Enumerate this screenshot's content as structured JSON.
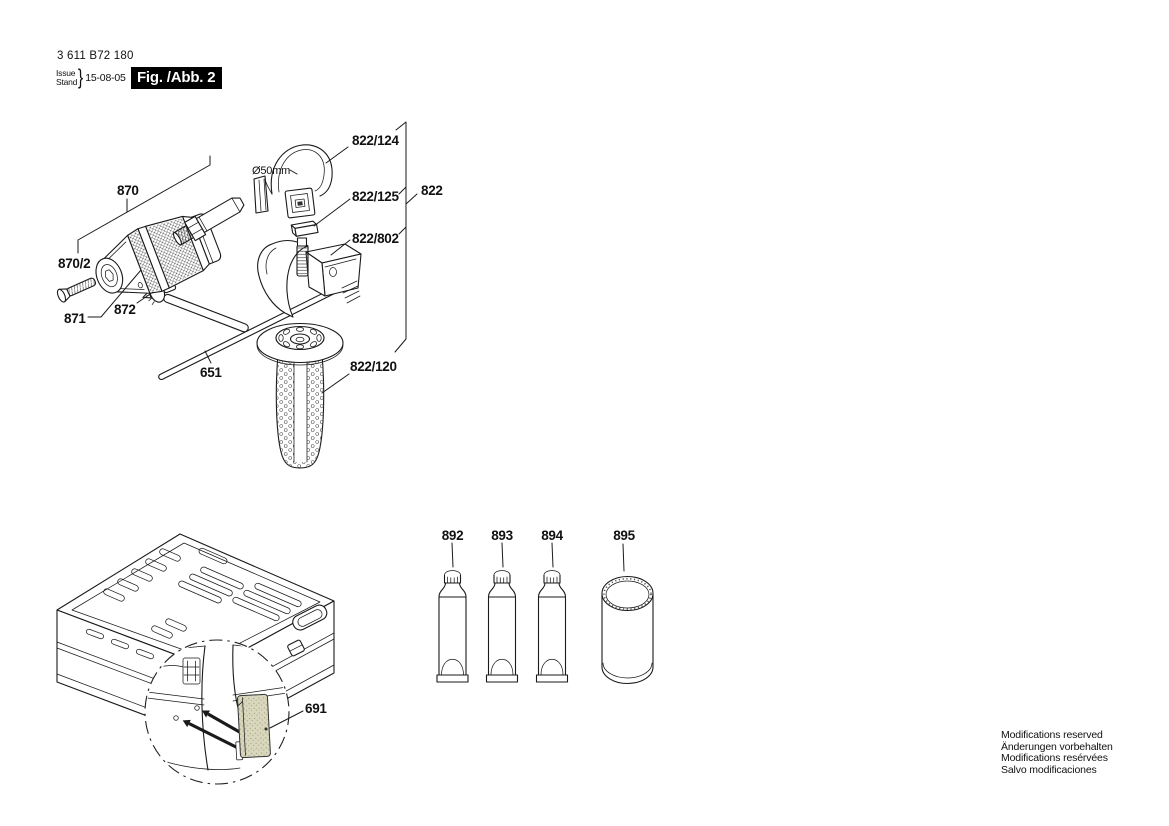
{
  "header": {
    "part_number": "3 611 B72 180",
    "issue_top": "Issue",
    "issue_bottom": "Stand",
    "brace": "}",
    "date": "15-08-05",
    "figure_label": "Fig. /Abb. 2"
  },
  "diagram": {
    "annotation_diameter": "Ø50mm",
    "labels": {
      "l870": "870",
      "l870_2": "870/2",
      "l871": "871",
      "l872": "872",
      "l651": "651",
      "l822_124": "822/124",
      "l822_125": "822/125",
      "l822_802": "822/802",
      "l822": "822",
      "l822_120": "822/120",
      "l691": "691",
      "l892": "892",
      "l893": "893",
      "l894": "894",
      "l895": "895"
    }
  },
  "footer": {
    "lines": [
      "Modifications reserved",
      "Änderungen vorbehalten",
      "Modifications resérvées",
      "Salvo modificaciones"
    ]
  },
  "colors": {
    "line": "#1a1a1a",
    "plate_fill": "#d9d7bd",
    "figure_badge_bg": "#000000",
    "figure_badge_fg": "#ffffff"
  }
}
